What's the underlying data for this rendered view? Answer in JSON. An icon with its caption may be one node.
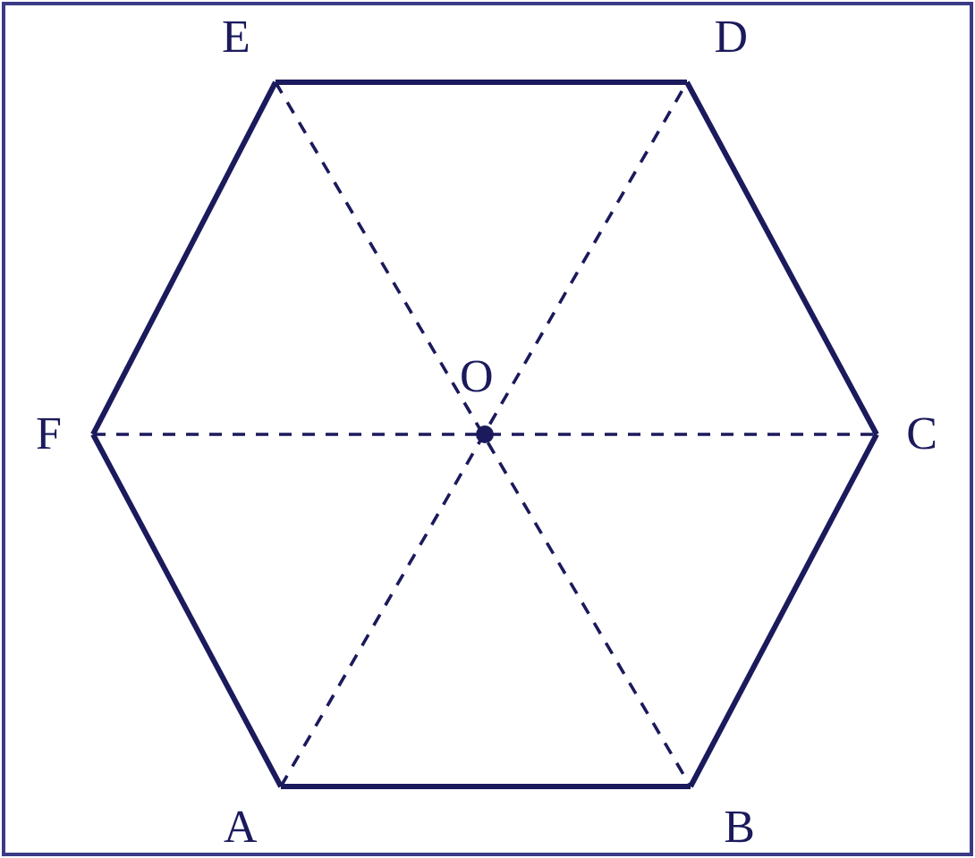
{
  "diagram": {
    "nodes": [
      {
        "text": [
          "A"
        ]
      },
      {
        "text": [
          "B"
        ]
      },
      {
        "text": [
          "C"
        ]
      },
      {
        "text": [
          "D"
        ]
      },
      {
        "text": [
          "E"
        ]
      },
      {
        "text": [
          "F"
        ]
      }
    ],
    "edges": [
      {
        "from": 0,
        "to": 1,
        "arrow": "none"
      },
      {
        "from": 1,
        "to": 2,
        "arrow": "none"
      },
      {
        "from": 2,
        "to": 3,
        "arrow": "none"
      },
      {
        "from": 3,
        "to": 4,
        "arrow": "none"
      },
      {
        "from": 4,
        "to": 5,
        "arrow": "none"
      },
      {
        "from": 5,
        "to": 0,
        "arrow": "none"
      },
      {
        "from": 0,
        "to": 3,
        "arrow": "none",
        "style": "dashed"
      },
      {
        "from": 4,
        "to": 1,
        "arrow": "none",
        "style": "dashed"
      },
      {
        "from": 5,
        "to": 2,
        "arrow": "none",
        "style": "dashed"
      }
    ],
    "labels": [
      "O"
    ]
  }
}
